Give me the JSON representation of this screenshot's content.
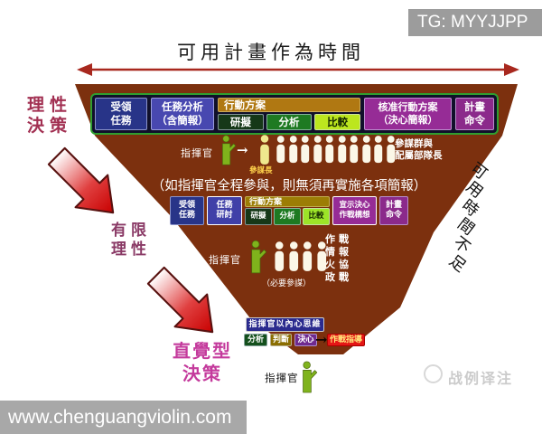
{
  "badge": {
    "text": "TG: MYYJJPP"
  },
  "title": {
    "text": "可用計畫作為時間"
  },
  "left_labels": {
    "rational": {
      "l1": "理性",
      "l2": "決策",
      "color": "#a23052"
    },
    "bounded": {
      "l1": "有限",
      "l2": "理性",
      "color": "#8a3a66"
    },
    "intuitive": {
      "l1": "直覺型",
      "l2": "決策",
      "color": "#c43a9c"
    }
  },
  "right_label": {
    "chars": [
      "可",
      "用",
      "時",
      "間",
      "不",
      "足"
    ]
  },
  "triangle_color": "#7c300e",
  "row1": {
    "commander": "指揮官",
    "arrow": "→",
    "chief": "參謀長",
    "staff_l1": "參謀群與",
    "staff_l2": "配屬部隊長",
    "figure_count": 10,
    "boxes": {
      "receive": {
        "l1": "受領",
        "l2": "任務",
        "bg": "#283488"
      },
      "analysis": {
        "l1": "任務分析",
        "l2": "（含簡報）",
        "bg": "#4848b0"
      },
      "coa_header": {
        "label": "行動方案",
        "bg": "#b07812"
      },
      "coa_subs": [
        {
          "label": "研擬",
          "bg": "#163818",
          "fg": "#ffffff"
        },
        {
          "label": "分析",
          "bg": "#1e7a22",
          "fg": "#ffffff"
        },
        {
          "label": "比較",
          "bg": "#bce61e",
          "fg": "#112200"
        }
      ],
      "approve": {
        "l1": "核准行動方案",
        "l2": "（決心簡報）",
        "bg": "#962c96"
      },
      "order": {
        "l1": "計畫",
        "l2": "命令",
        "bg": "#8b2a8b"
      }
    }
  },
  "note": {
    "text": "（如指揮官全程參與，則無須再實施各項簡報）"
  },
  "row2": {
    "commander": "指揮官",
    "staff_note": "（必要參謀）",
    "figure_count": 4,
    "right_lines": [
      "作戰",
      "情報",
      "火協",
      "政戰"
    ],
    "boxes": {
      "receive": {
        "l1": "受領",
        "l2": "任務",
        "bg": "#283488"
      },
      "discuss": {
        "l1": "任務",
        "l2": "研討",
        "bg": "#4040a8"
      },
      "coa_header": {
        "label": "行動方案",
        "bg": "#9c7d05"
      },
      "coa_subs": [
        {
          "label": "研擬",
          "bg": "#163818",
          "fg": "#ffffff"
        },
        {
          "label": "分析",
          "bg": "#1e7a22",
          "fg": "#ffffff"
        },
        {
          "label": "比較",
          "bg": "#9ce428",
          "fg": "#112200"
        }
      ],
      "declare": {
        "l1": "宣示決心",
        "l2": "作戰構想",
        "bg": "#962c96"
      },
      "order": {
        "l1": "計畫",
        "l2": "命令",
        "bg": "#8b2a8b"
      }
    }
  },
  "row3": {
    "think": {
      "label": "指揮官以內心思維",
      "bg": "#2a2a8e"
    },
    "steps": [
      {
        "label": "分析",
        "bg": "#14501c",
        "fg": "#ffffff"
      },
      {
        "label": "判斷",
        "bg": "#8a6d00",
        "fg": "#ffffff"
      },
      {
        "label": "決心",
        "bg": "#6f2a8f",
        "fg": "#ffffff"
      }
    ],
    "arrow": "→",
    "result": {
      "label": "作戰指導",
      "bg": "#e41616",
      "fg": "#ffe97a"
    },
    "commander": "指揮官"
  },
  "watermark": {
    "text": "战例译注"
  },
  "footer": {
    "url": "www.chenguangviolin.com"
  }
}
